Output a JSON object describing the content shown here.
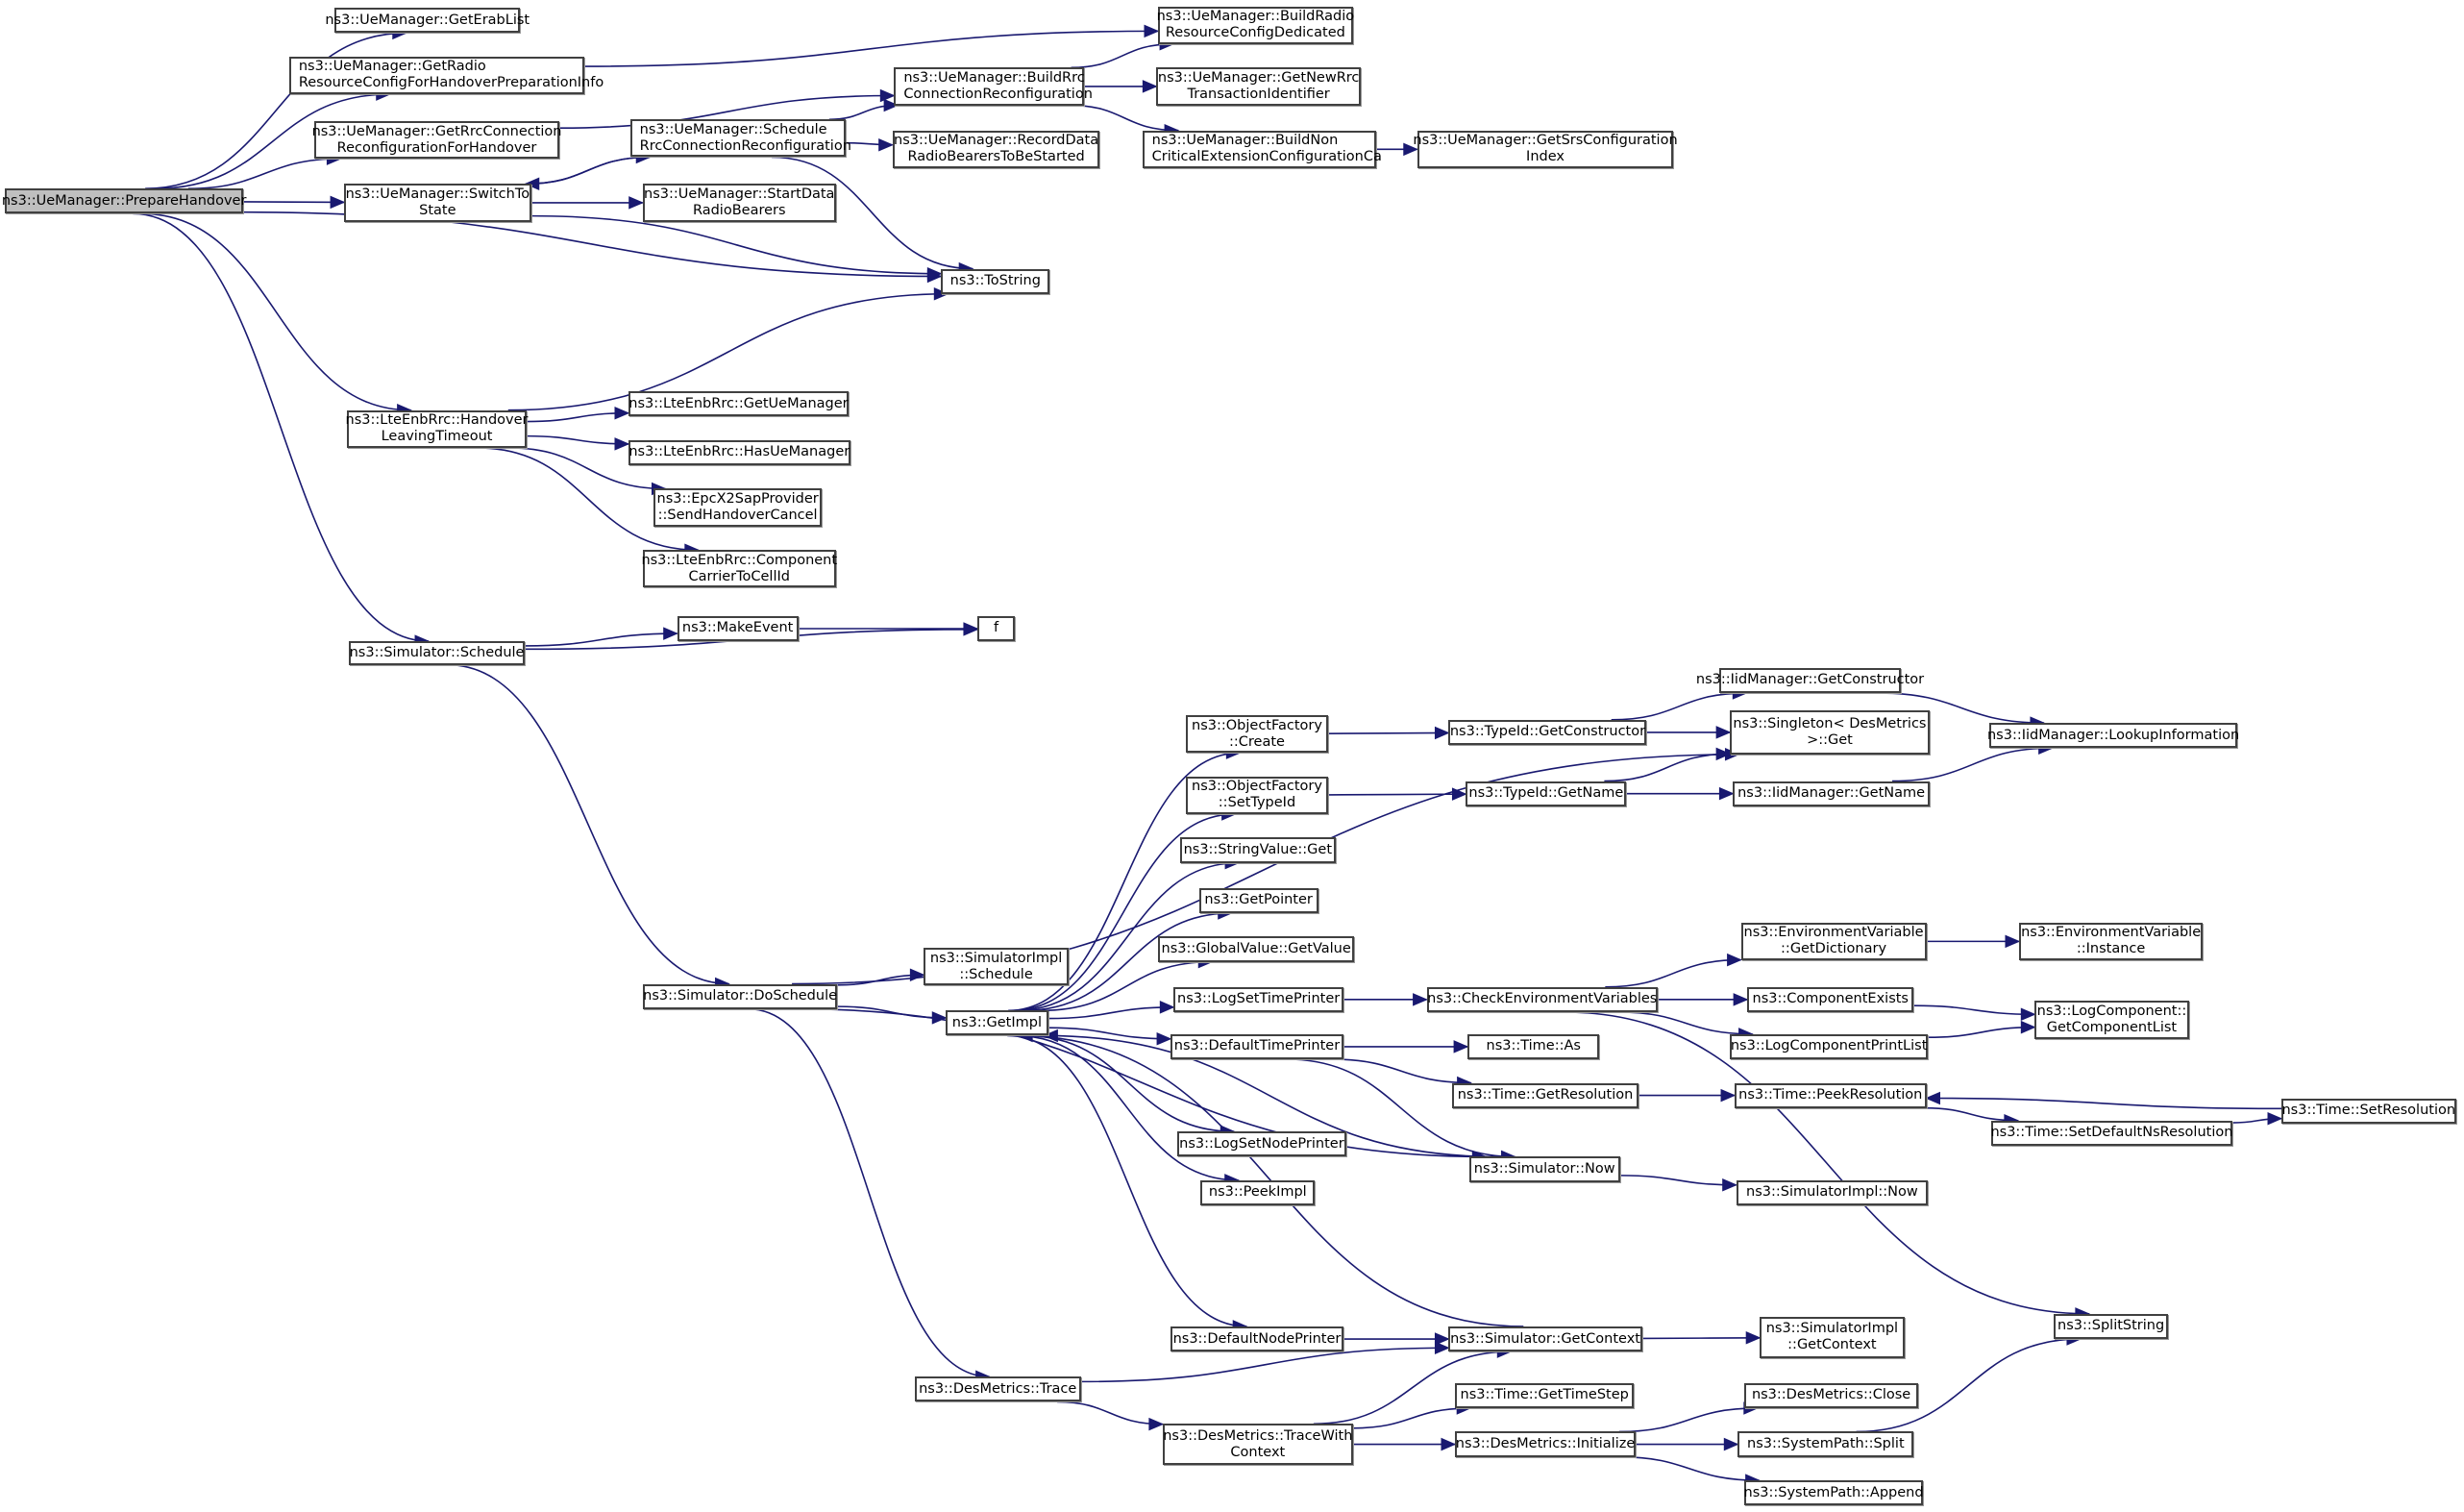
{
  "diagram": {
    "type": "call-graph",
    "root": "prepare-handover",
    "colors": {
      "edge": "#191970",
      "node_border": "#404040",
      "root_fill": "#bfbfbf",
      "node_fill": "#ffffff"
    },
    "nodes": [
      {
        "id": "prepare-handover",
        "label": "ns3::UeManager::PrepareHandover",
        "root": true
      },
      {
        "id": "get-erab-list",
        "label": "ns3::UeManager::GetErabList"
      },
      {
        "id": "get-radio-resource-config-ho-prep",
        "label": "ns3::UeManager::GetRadio\nResourceConfigForHandoverPreparationInfo"
      },
      {
        "id": "get-rrc-conn-reconf-ho",
        "label": "ns3::UeManager::GetRrcConnection\nReconfigurationForHandover"
      },
      {
        "id": "switch-to-state",
        "label": "ns3::UeManager::SwitchTo\nState"
      },
      {
        "id": "schedule-rrc-conn-reconf",
        "label": "ns3::UeManager::Schedule\nRrcConnectionReconfiguration"
      },
      {
        "id": "start-data-radio-bearers",
        "label": "ns3::UeManager::StartData\nRadioBearers"
      },
      {
        "id": "build-rrc-conn-reconf",
        "label": "ns3::UeManager::BuildRrc\nConnectionReconfiguration"
      },
      {
        "id": "record-data-radio-bearers",
        "label": "ns3::UeManager::RecordData\nRadioBearersToBeStarted"
      },
      {
        "id": "build-radio-resource-config-ded",
        "label": "ns3::UeManager::BuildRadio\nResourceConfigDedicated"
      },
      {
        "id": "get-new-rrc-transaction-id",
        "label": "ns3::UeManager::GetNewRrc\nTransactionIdentifier"
      },
      {
        "id": "build-non-critical-ext-config-ca",
        "label": "ns3::UeManager::BuildNon\nCriticalExtensionConfigurationCa"
      },
      {
        "id": "get-srs-config-index",
        "label": "ns3::UeManager::GetSrsConfiguration\nIndex"
      },
      {
        "id": "to-string",
        "label": "ns3::ToString"
      },
      {
        "id": "handover-leaving-timeout",
        "label": "ns3::LteEnbRrc::Handover\nLeavingTimeout"
      },
      {
        "id": "get-ue-manager",
        "label": "ns3::LteEnbRrc::GetUeManager"
      },
      {
        "id": "has-ue-manager",
        "label": "ns3::LteEnbRrc::HasUeManager"
      },
      {
        "id": "send-handover-cancel",
        "label": "ns3::EpcX2SapProvider\n::SendHandoverCancel"
      },
      {
        "id": "component-carrier-to-cell-id",
        "label": "ns3::LteEnbRrc::Component\nCarrierToCellId"
      },
      {
        "id": "simulator-schedule",
        "label": "ns3::Simulator::Schedule"
      },
      {
        "id": "make-event",
        "label": "ns3::MakeEvent"
      },
      {
        "id": "f",
        "label": "f"
      },
      {
        "id": "simulator-do-schedule",
        "label": "ns3::Simulator::DoSchedule"
      },
      {
        "id": "simulator-impl-schedule",
        "label": "ns3::SimulatorImpl\n::Schedule"
      },
      {
        "id": "get-impl",
        "label": "ns3::GetImpl"
      },
      {
        "id": "object-factory-create",
        "label": "ns3::ObjectFactory\n::Create"
      },
      {
        "id": "object-factory-set-type-id",
        "label": "ns3::ObjectFactory\n::SetTypeId"
      },
      {
        "id": "string-value-get",
        "label": "ns3::StringValue::Get"
      },
      {
        "id": "get-pointer",
        "label": "ns3::GetPointer"
      },
      {
        "id": "global-value-get-value",
        "label": "ns3::GlobalValue::GetValue"
      },
      {
        "id": "log-set-time-printer",
        "label": "ns3::LogSetTimePrinter"
      },
      {
        "id": "default-time-printer",
        "label": "ns3::DefaultTimePrinter"
      },
      {
        "id": "log-set-node-printer",
        "label": "ns3::LogSetNodePrinter"
      },
      {
        "id": "peek-impl",
        "label": "ns3::PeekImpl"
      },
      {
        "id": "default-node-printer",
        "label": "ns3::DefaultNodePrinter"
      },
      {
        "id": "type-id-get-constructor",
        "label": "ns3::TypeId::GetConstructor"
      },
      {
        "id": "type-id-get-name",
        "label": "ns3::TypeId::GetName"
      },
      {
        "id": "iid-manager-get-constructor",
        "label": "ns3::IidManager::GetConstructor"
      },
      {
        "id": "singleton-desmetrics-get",
        "label": "ns3::Singleton< DesMetrics\n>::Get"
      },
      {
        "id": "iid-manager-get-name",
        "label": "ns3::IidManager::GetName"
      },
      {
        "id": "iid-manager-lookup-information",
        "label": "ns3::IidManager::LookupInformation"
      },
      {
        "id": "check-environment-variables",
        "label": "ns3::CheckEnvironmentVariables"
      },
      {
        "id": "environment-variable-get-dictionary",
        "label": "ns3::EnvironmentVariable\n::GetDictionary"
      },
      {
        "id": "environment-variable-instance",
        "label": "ns3::EnvironmentVariable\n::Instance"
      },
      {
        "id": "component-exists",
        "label": "ns3::ComponentExists"
      },
      {
        "id": "log-component-print-list",
        "label": "ns3::LogComponentPrintList"
      },
      {
        "id": "log-component-get-component-list",
        "label": "ns3::LogComponent::\nGetComponentList"
      },
      {
        "id": "time-as",
        "label": "ns3::Time::As"
      },
      {
        "id": "time-get-resolution",
        "label": "ns3::Time::GetResolution"
      },
      {
        "id": "time-peek-resolution",
        "label": "ns3::Time::PeekResolution"
      },
      {
        "id": "time-set-default-ns-resolution",
        "label": "ns3::Time::SetDefaultNsResolution"
      },
      {
        "id": "time-set-resolution",
        "label": "ns3::Time::SetResolution"
      },
      {
        "id": "simulator-now",
        "label": "ns3::Simulator::Now"
      },
      {
        "id": "simulator-impl-now",
        "label": "ns3::SimulatorImpl::Now"
      },
      {
        "id": "simulator-get-context",
        "label": "ns3::Simulator::GetContext"
      },
      {
        "id": "simulator-impl-get-context",
        "label": "ns3::SimulatorImpl\n::GetContext"
      },
      {
        "id": "split-string",
        "label": "ns3::SplitString"
      },
      {
        "id": "desmetrics-trace",
        "label": "ns3::DesMetrics::Trace"
      },
      {
        "id": "desmetrics-trace-with-context",
        "label": "ns3::DesMetrics::TraceWith\nContext"
      },
      {
        "id": "time-get-time-step",
        "label": "ns3::Time::GetTimeStep"
      },
      {
        "id": "desmetrics-initialize",
        "label": "ns3::DesMetrics::Initialize"
      },
      {
        "id": "desmetrics-close",
        "label": "ns3::DesMetrics::Close"
      },
      {
        "id": "system-path-split",
        "label": "ns3::SystemPath::Split"
      },
      {
        "id": "system-path-append",
        "label": "ns3::SystemPath::Append"
      }
    ],
    "edges": [
      [
        "prepare-handover",
        "get-erab-list"
      ],
      [
        "prepare-handover",
        "get-radio-resource-config-ho-prep"
      ],
      [
        "prepare-handover",
        "get-rrc-conn-reconf-ho"
      ],
      [
        "prepare-handover",
        "switch-to-state"
      ],
      [
        "prepare-handover",
        "to-string"
      ],
      [
        "prepare-handover",
        "handover-leaving-timeout"
      ],
      [
        "prepare-handover",
        "simulator-schedule"
      ],
      [
        "get-radio-resource-config-ho-prep",
        "build-radio-resource-config-ded"
      ],
      [
        "get-rrc-conn-reconf-ho",
        "build-rrc-conn-reconf"
      ],
      [
        "switch-to-state",
        "schedule-rrc-conn-reconf"
      ],
      [
        "switch-to-state",
        "start-data-radio-bearers"
      ],
      [
        "switch-to-state",
        "to-string"
      ],
      [
        "schedule-rrc-conn-reconf",
        "switch-to-state"
      ],
      [
        "schedule-rrc-conn-reconf",
        "build-rrc-conn-reconf"
      ],
      [
        "schedule-rrc-conn-reconf",
        "record-data-radio-bearers"
      ],
      [
        "schedule-rrc-conn-reconf",
        "to-string"
      ],
      [
        "build-rrc-conn-reconf",
        "build-radio-resource-config-ded"
      ],
      [
        "build-rrc-conn-reconf",
        "get-new-rrc-transaction-id"
      ],
      [
        "build-rrc-conn-reconf",
        "build-non-critical-ext-config-ca"
      ],
      [
        "build-non-critical-ext-config-ca",
        "get-srs-config-index"
      ],
      [
        "handover-leaving-timeout",
        "to-string"
      ],
      [
        "handover-leaving-timeout",
        "get-ue-manager"
      ],
      [
        "handover-leaving-timeout",
        "has-ue-manager"
      ],
      [
        "handover-leaving-timeout",
        "send-handover-cancel"
      ],
      [
        "handover-leaving-timeout",
        "component-carrier-to-cell-id"
      ],
      [
        "simulator-schedule",
        "make-event"
      ],
      [
        "simulator-schedule",
        "f"
      ],
      [
        "simulator-schedule",
        "simulator-do-schedule"
      ],
      [
        "make-event",
        "f"
      ],
      [
        "simulator-do-schedule",
        "singleton-desmetrics-get"
      ],
      [
        "simulator-do-schedule",
        "simulator-impl-schedule"
      ],
      [
        "simulator-do-schedule",
        "get-impl"
      ],
      [
        "simulator-do-schedule",
        "simulator-now"
      ],
      [
        "simulator-do-schedule",
        "desmetrics-trace"
      ],
      [
        "get-impl",
        "object-factory-create"
      ],
      [
        "get-impl",
        "object-factory-set-type-id"
      ],
      [
        "get-impl",
        "string-value-get"
      ],
      [
        "get-impl",
        "get-pointer"
      ],
      [
        "get-impl",
        "global-value-get-value"
      ],
      [
        "get-impl",
        "log-set-time-printer"
      ],
      [
        "get-impl",
        "default-time-printer"
      ],
      [
        "get-impl",
        "log-set-node-printer"
      ],
      [
        "get-impl",
        "peek-impl"
      ],
      [
        "get-impl",
        "default-node-printer"
      ],
      [
        "simulator-now",
        "get-impl"
      ],
      [
        "simulator-get-context",
        "get-impl"
      ],
      [
        "object-factory-create",
        "type-id-get-constructor"
      ],
      [
        "object-factory-set-type-id",
        "type-id-get-name"
      ],
      [
        "type-id-get-constructor",
        "iid-manager-get-constructor"
      ],
      [
        "type-id-get-constructor",
        "singleton-desmetrics-get"
      ],
      [
        "type-id-get-name",
        "singleton-desmetrics-get"
      ],
      [
        "type-id-get-name",
        "iid-manager-get-name"
      ],
      [
        "iid-manager-get-constructor",
        "iid-manager-lookup-information"
      ],
      [
        "iid-manager-get-name",
        "iid-manager-lookup-information"
      ],
      [
        "log-set-time-printer",
        "check-environment-variables"
      ],
      [
        "check-environment-variables",
        "environment-variable-get-dictionary"
      ],
      [
        "check-environment-variables",
        "component-exists"
      ],
      [
        "check-environment-variables",
        "log-component-print-list"
      ],
      [
        "check-environment-variables",
        "split-string"
      ],
      [
        "environment-variable-get-dictionary",
        "environment-variable-instance"
      ],
      [
        "component-exists",
        "log-component-get-component-list"
      ],
      [
        "log-component-print-list",
        "log-component-get-component-list"
      ],
      [
        "default-time-printer",
        "time-as"
      ],
      [
        "default-time-printer",
        "time-get-resolution"
      ],
      [
        "default-time-printer",
        "simulator-now"
      ],
      [
        "time-get-resolution",
        "time-peek-resolution"
      ],
      [
        "time-peek-resolution",
        "time-set-default-ns-resolution"
      ],
      [
        "time-set-default-ns-resolution",
        "time-set-resolution"
      ],
      [
        "time-set-resolution",
        "time-peek-resolution"
      ],
      [
        "simulator-now",
        "simulator-impl-now"
      ],
      [
        "default-node-printer",
        "simulator-get-context"
      ],
      [
        "simulator-get-context",
        "simulator-impl-get-context"
      ],
      [
        "desmetrics-trace",
        "simulator-get-context"
      ],
      [
        "desmetrics-trace",
        "desmetrics-trace-with-context"
      ],
      [
        "desmetrics-trace-with-context",
        "simulator-get-context"
      ],
      [
        "desmetrics-trace-with-context",
        "time-get-time-step"
      ],
      [
        "desmetrics-trace-with-context",
        "desmetrics-initialize"
      ],
      [
        "desmetrics-initialize",
        "desmetrics-close"
      ],
      [
        "desmetrics-initialize",
        "system-path-split"
      ],
      [
        "desmetrics-initialize",
        "system-path-append"
      ],
      [
        "system-path-split",
        "split-string"
      ]
    ]
  }
}
